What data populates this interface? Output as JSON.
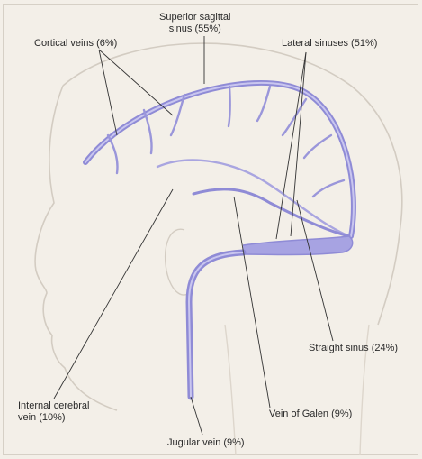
{
  "labels": {
    "superior_sagittal_sinus": {
      "line1": "Superior sagittal",
      "line2": "sinus (55%)"
    },
    "cortical_veins": "Cortical veins (6%)",
    "lateral_sinuses": "Lateral sinuses (51%)",
    "straight_sinus": "Straight sinus (24%)",
    "internal_cerebral_vein": {
      "line1": "Internal cerebral",
      "line2": "vein (10%)"
    },
    "vein_of_galen": "Vein of Galen (9%)",
    "jugular_vein": "Jugular vein (9%)"
  },
  "colors": {
    "background": "#f3efe8",
    "outline": "#cfc8be",
    "vein": "#8f8bd6",
    "vein_light": "#c9c6ef",
    "leader": "#333333"
  }
}
